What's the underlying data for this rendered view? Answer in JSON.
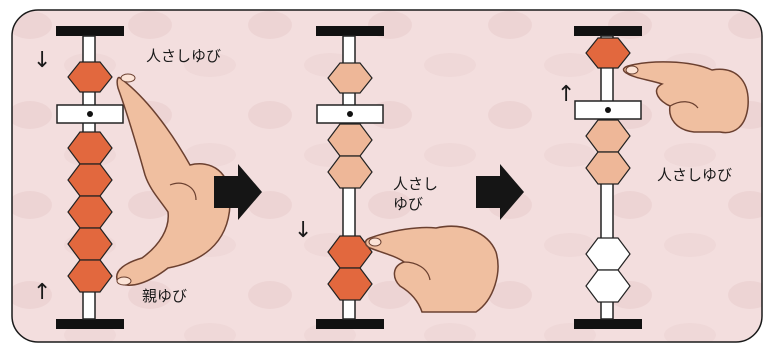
{
  "panels": [
    {
      "finger_labels": [
        "人さしゆび",
        "親ゆび"
      ],
      "beads": {
        "top": "orange",
        "bottom": [
          "orange",
          "orange",
          "orange",
          "orange"
        ]
      },
      "arrows": [
        "↓",
        "↑"
      ]
    },
    {
      "finger_labels": [
        "人さし\nゆび"
      ],
      "beads": {
        "top": "peach",
        "bottom": [
          "peach",
          "peach",
          "orange",
          "orange"
        ]
      },
      "arrows": [
        "↓"
      ]
    },
    {
      "finger_labels": [
        "人さしゆび"
      ],
      "beads": {
        "top": "orange",
        "bottom": [
          "peach",
          "peach",
          "white",
          "white"
        ]
      },
      "arrows": [
        "↑"
      ]
    }
  ],
  "colors": {
    "background": "#f3dede",
    "orange_bead": "#e2683e",
    "peach_bead": "#eeb798",
    "white_bead": "#ffffff",
    "hand": "#f0bfa0",
    "frame": "#111111",
    "step_arrow": "#151515"
  }
}
